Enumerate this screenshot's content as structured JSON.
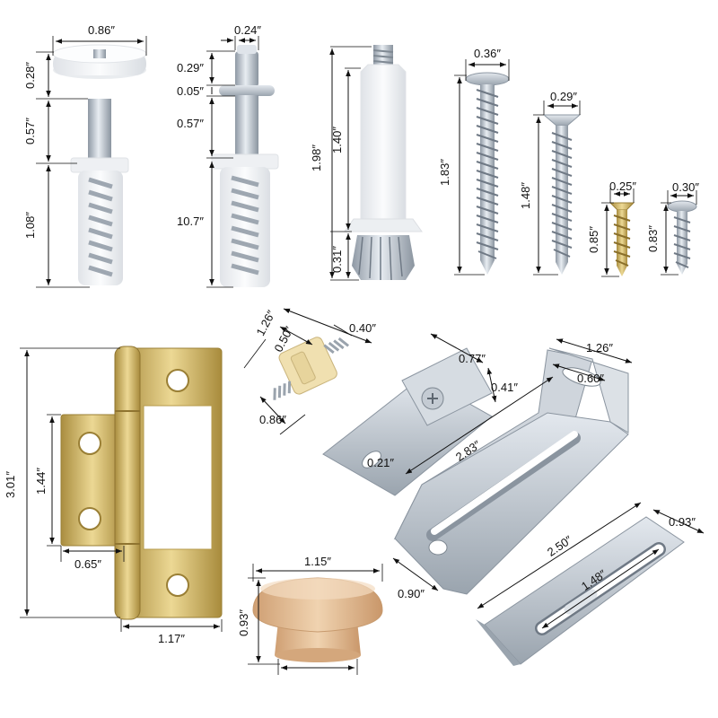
{
  "labels": {
    "pivot_top_width": "0.86″",
    "pivot_top_cap": "0.28″",
    "pivot_top_shaft": "0.57″",
    "pivot_top_sleeve": "1.08″",
    "pin_width": "0.24″",
    "pin_head": "0.29″",
    "pin_collar": "0.05″",
    "pin_shaft": "0.57″",
    "pin_sleeve": "10.7″",
    "bolt_total": "1.98″",
    "bolt_body": "1.40″",
    "bolt_nut": "0.31″",
    "screw1_head": "0.36″",
    "screw1_len": "1.83″",
    "screw2_head": "0.29″",
    "screw2_len": "1.48″",
    "screw3_head": "0.25″",
    "screw3_len": "0.85″",
    "screw4_head": "0.30″",
    "screw4_len": "0.83″",
    "hinge_height": "3.01″",
    "hinge_leaf_height": "1.44″",
    "hinge_leaf_width": "0.65″",
    "hinge_width": "1.17″",
    "spring_length": "1.26″",
    "spring_width": "0.40″",
    "spring_body": "0.50″",
    "spring_depth": "0.86″",
    "guide_width": "0.77″",
    "guide_height": "0.41″",
    "guide_slot": "0.21″",
    "bracket_length": "2.83″",
    "bracket_top": "1.26″",
    "bracket_top_slot": "0.60″",
    "bracket_width": "0.90″",
    "plate_length": "2.50″",
    "plate_width": "0.93″",
    "plate_slot": "1.48″",
    "knob_width": "1.15″",
    "knob_height": "0.93″"
  },
  "colors": {
    "nylon": "#f2f3f5",
    "steel": "#c9d0d8",
    "brass": "#cfb467",
    "wood": "#e2bf99",
    "spring_body": "#f0e0b0"
  }
}
